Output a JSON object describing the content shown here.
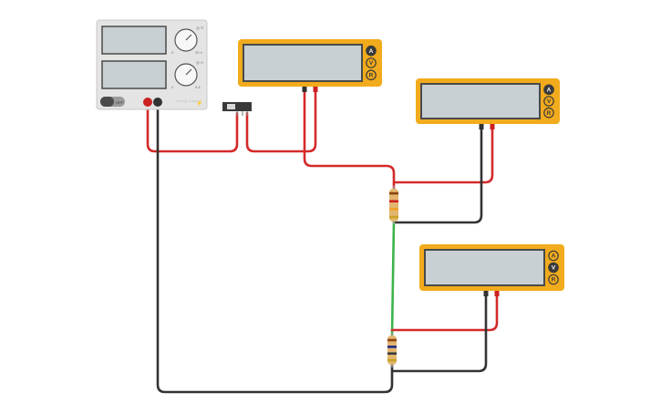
{
  "canvas": {
    "background": "#ffffff"
  },
  "colors": {
    "wire_red": "#d42a2a",
    "wire_black": "#333333",
    "wire_green": "#3cb44b",
    "meter_body": "#f2ab1c",
    "meter_screen": "#c8d0d3",
    "meter_screen_border": "#4a4a4a",
    "psu_body": "#e4e4e4",
    "probe_red": "#cc2222",
    "probe_black": "#333333"
  },
  "power_supply": {
    "name": "power-supply",
    "channels": [
      {
        "name": "voltage",
        "knob_top_label": "◎ V",
        "knob_min": "0",
        "knob_max": "30 V"
      },
      {
        "name": "current",
        "knob_top_label": "◎ A",
        "knob_min": "0",
        "knob_max": "5 A"
      }
    ],
    "power_switch_label": "OFF",
    "brand_text": "Energy Supply",
    "terminals": [
      "positive",
      "negative"
    ]
  },
  "slide_switch": {
    "name": "slide-switch"
  },
  "multimeters": [
    {
      "name": "multimeter-1",
      "buttons": [
        "A",
        "V",
        "R"
      ],
      "active_button": "A"
    },
    {
      "name": "multimeter-2",
      "buttons": [
        "A",
        "V",
        "R"
      ],
      "active_button": "A"
    },
    {
      "name": "multimeter-3",
      "buttons": [
        "A",
        "V",
        "R"
      ],
      "active_button": "V"
    }
  ],
  "resistors": [
    {
      "name": "resistor-1",
      "bands": [
        "#8b4513",
        "#cc2222",
        "#f2a02a",
        "#c9a227"
      ]
    },
    {
      "name": "resistor-2",
      "bands": [
        "#8b4513",
        "#1f2a8a",
        "#3a3a3a",
        "#c9a227"
      ]
    }
  ]
}
